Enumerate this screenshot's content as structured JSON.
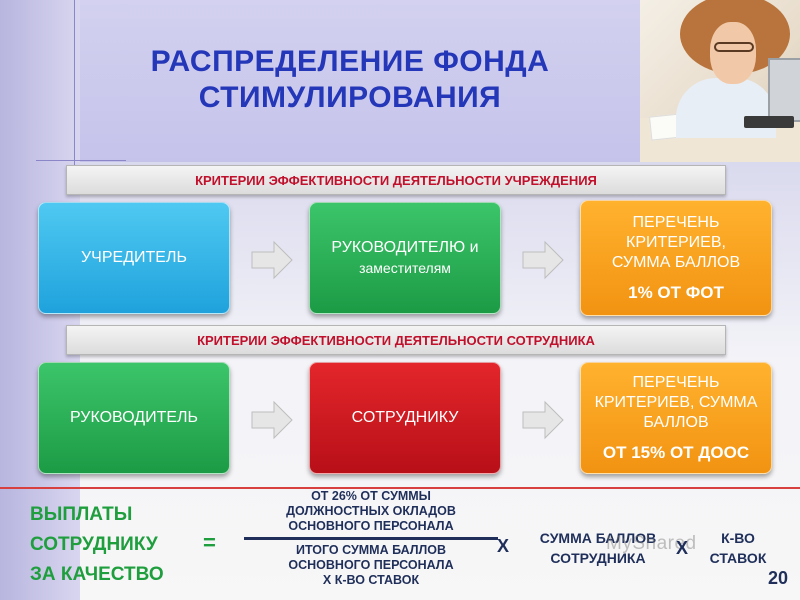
{
  "title": {
    "line1": "РАСПРЕДЕЛЕНИЕ ФОНДА",
    "line2": "СТИМУЛИРОВАНИЯ"
  },
  "section1": {
    "banner": "КРИТЕРИИ ЭФФЕКТИВНОСТИ ДЕЯТЕЛЬНОСТИ УЧРЕЖДЕНИЯ",
    "box1": "УЧРЕДИТЕЛЬ",
    "box2_line1": "РУКОВОДИТЕЛЮ и",
    "box2_line2": "заместителям",
    "box3_line1": "ПЕРЕЧЕНЬ",
    "box3_line2": "КРИТЕРИЕВ,",
    "box3_line3": "СУММА БАЛЛОВ",
    "box3_strong": "1% ОТ ФОТ"
  },
  "section2": {
    "banner": "КРИТЕРИИ ЭФФЕКТИВНОСТИ ДЕЯТЕЛЬНОСТИ СОТРУДНИКА",
    "box1": "РУКОВОДИТЕЛЬ",
    "box2": "СОТРУДНИКУ",
    "box3_line1": "ПЕРЕЧЕНЬ",
    "box3_line2": "КРИТЕРИЕВ, СУММА",
    "box3_line3": "БАЛЛОВ",
    "box3_strong": "ОТ 15% ОТ ДООС"
  },
  "formula": {
    "label_line1": "ВЫПЛАТЫ",
    "label_line2": "СОТРУДНИКУ",
    "label_line3": "ЗА КАЧЕСТВО",
    "equals": "=",
    "numerator_line1": "ОТ 26% ОТ СУММЫ",
    "numerator_line2": "ДОЛЖНОСТНЫХ ОКЛАДОВ",
    "numerator_line3": "ОСНОВНОГО ПЕРСОНАЛА",
    "denominator_line1": "ИТОГО СУММА БАЛЛОВ",
    "denominator_line2": "ОСНОВНОГО ПЕРСОНАЛА",
    "denominator_line3": "Х  К-ВО СТАВОК",
    "multiply_1": "Х",
    "score_line1": "СУММА БАЛЛОВ",
    "score_line2": "СОТРУДНИКА",
    "multiply_2": "Х",
    "rates_line1": "К-ВО",
    "rates_line2": "СТАВОК"
  },
  "watermark": "MyShared",
  "page_number": "20",
  "colors": {
    "title": "#2437b8",
    "banner_text": "#c0102b",
    "blue": "#1fa2dc",
    "green": "#1c9b45",
    "orange": "#f29312",
    "red": "#b80f18",
    "formula_label": "#1f9e3e",
    "formula_text": "#1f2f5a"
  },
  "icons": {
    "arrow": "right-arrow-icon"
  }
}
